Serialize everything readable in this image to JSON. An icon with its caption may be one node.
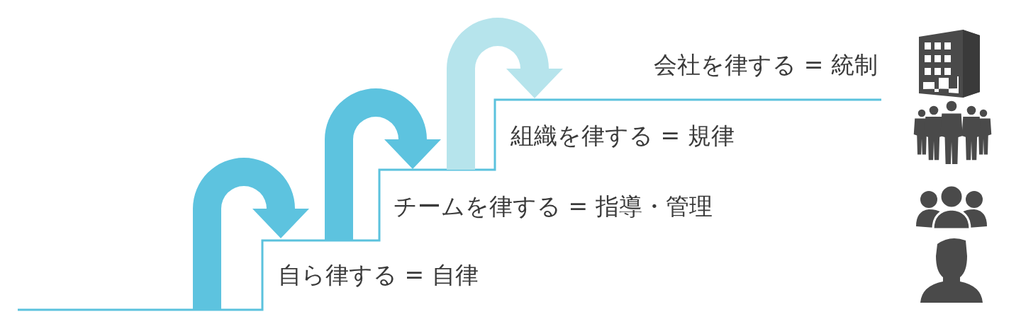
{
  "diagram": {
    "labels": [
      "会社を律する = 統制",
      "組織を律する = 規律",
      "チームを律する = 指導・管理",
      "自ら律する = 自律"
    ]
  }
}
